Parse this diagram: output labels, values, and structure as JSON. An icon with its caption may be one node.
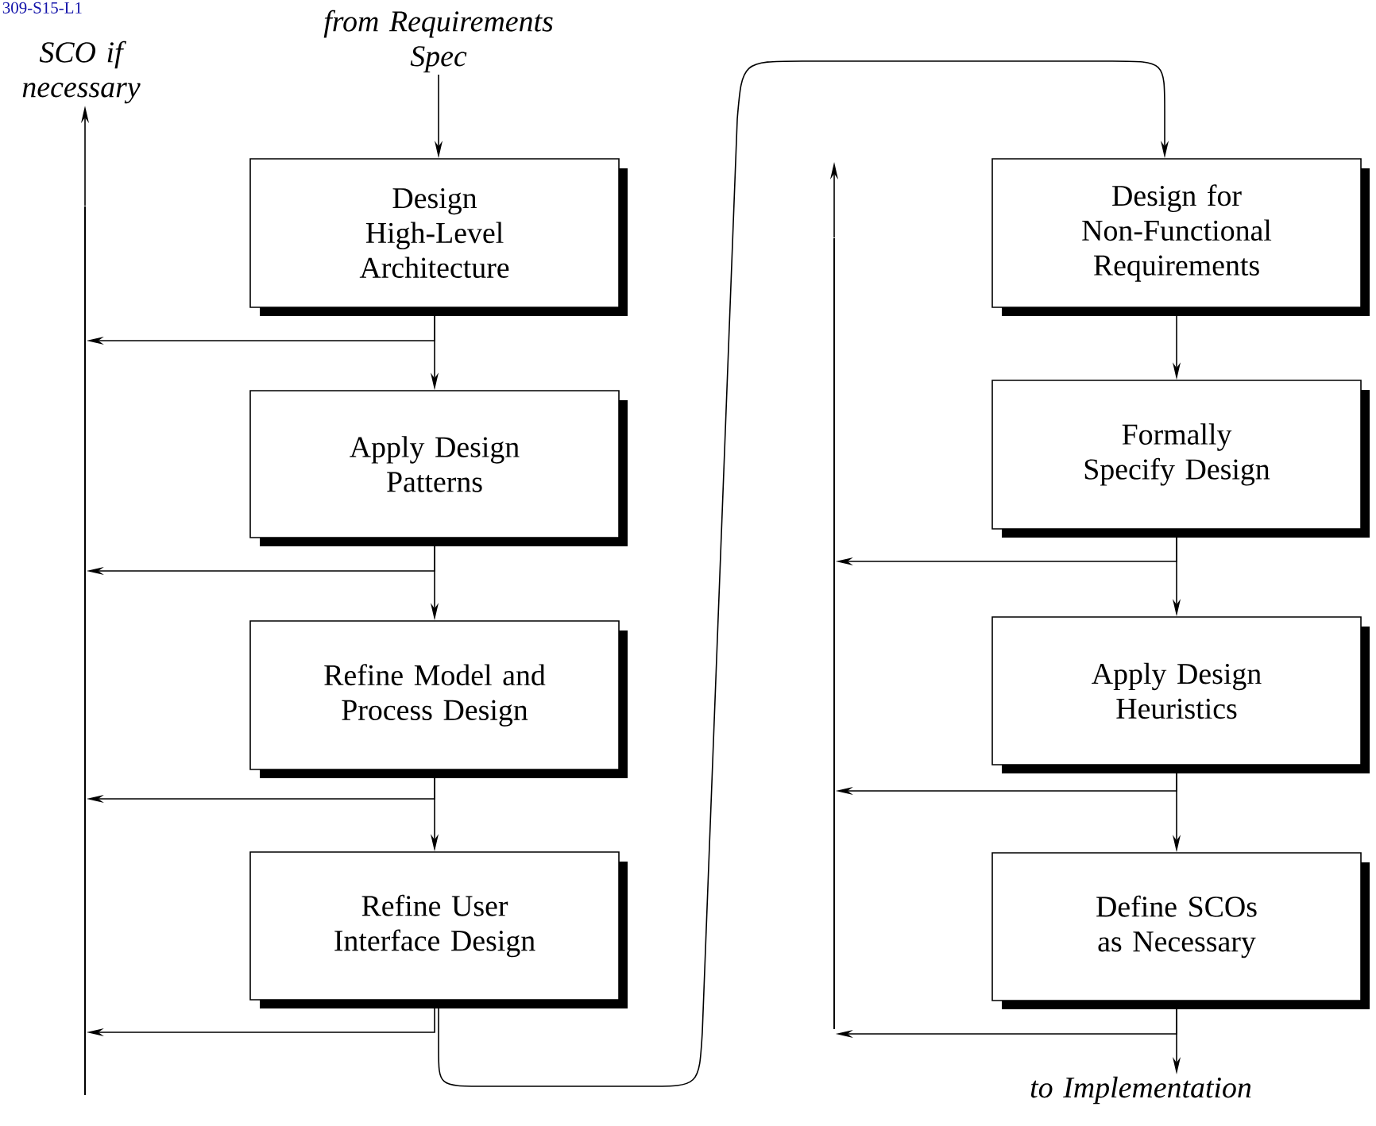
{
  "diagram": {
    "nodes": [
      {
        "text": [
          "from Requirements Spec"
        ]
      },
      {
        "text": [
          "Design High-Level Architecture"
        ]
      },
      {
        "text": [
          "Apply Design Patterns"
        ]
      },
      {
        "text": [
          "Refine Model and Process Design"
        ]
      },
      {
        "text": [
          "Refine User Interface Design"
        ]
      },
      {
        "text": [
          "Design for Non-Functional Requirements"
        ]
      },
      {
        "text": [
          "Formally Specify Design"
        ]
      },
      {
        "text": [
          "Apply Design Heuristics"
        ]
      },
      {
        "text": [
          "Define SCOs as Necessary"
        ]
      },
      {
        "text": [
          "to Implementation"
        ]
      },
      {
        "text": [
          "SCO if necessary"
        ]
      },
      {
        "text": [],
        "shape": "bar"
      },
      {
        "text": [],
        "shape": "bar"
      }
    ],
    "edges": [
      {
        "from": 0,
        "to": 1,
        "arrow": "to"
      },
      {
        "from": 1,
        "to": 2,
        "arrow": "to"
      },
      {
        "from": 2,
        "to": 3,
        "arrow": "to"
      },
      {
        "from": 3,
        "to": 4,
        "arrow": "to"
      },
      {
        "from": 4,
        "to": 5,
        "arrow": "to"
      },
      {
        "from": 5,
        "to": 6,
        "arrow": "to"
      },
      {
        "from": 6,
        "to": 7,
        "arrow": "to"
      },
      {
        "from": 7,
        "to": 8,
        "arrow": "to"
      },
      {
        "from": 8,
        "to": 9,
        "arrow": "to"
      },
      {
        "from": 1,
        "to": 11,
        "arrow": "to"
      },
      {
        "from": 2,
        "to": 11,
        "arrow": "to"
      },
      {
        "from": 3,
        "to": 11,
        "arrow": "to"
      },
      {
        "from": 4,
        "to": 11,
        "arrow": "to"
      },
      {
        "from": 11,
        "to": 10,
        "arrow": "to"
      },
      {
        "from": 6,
        "to": 12,
        "arrow": "to"
      },
      {
        "from": 7,
        "to": 12,
        "arrow": "to"
      },
      {
        "from": 8,
        "to": 12,
        "arrow": "to"
      },
      {
        "from": 12,
        "to": null,
        "arrow": "to"
      }
    ],
    "labels": [
      "309-S15-L1"
    ]
  }
}
